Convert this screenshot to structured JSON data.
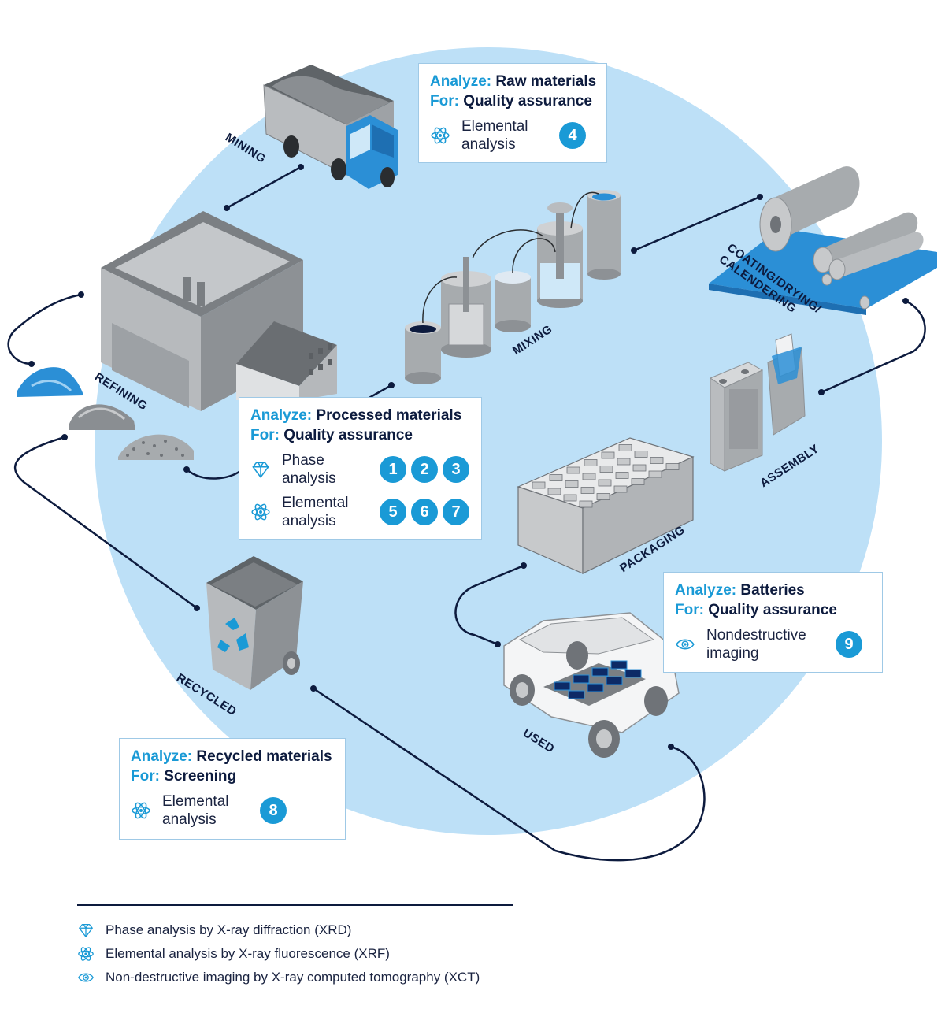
{
  "stages": {
    "mining": "MINING",
    "refining": "REFINING",
    "mixing": "MIXING",
    "coating_line1": "COATING/DRYING/",
    "coating_line2": "CALENDERING",
    "assembly": "ASSEMBLY",
    "packaging": "PACKAGING",
    "used": "USED",
    "recycled": "RECYCLED"
  },
  "cards": {
    "raw": {
      "analyze_kw": "Analyze:",
      "analyze_val": "Raw materials",
      "for_kw": "For:",
      "for_val": "Quality assurance",
      "items": [
        {
          "icon": "atom-icon",
          "line1": "Elemental",
          "line2": "analysis",
          "badges": [
            "4"
          ]
        }
      ]
    },
    "processed": {
      "analyze_kw": "Analyze:",
      "analyze_val": "Processed materials",
      "for_kw": "For:",
      "for_val": "Quality assurance",
      "items": [
        {
          "icon": "diamond-icon",
          "line1": "Phase",
          "line2": "analysis",
          "badges": [
            "1",
            "2",
            "3"
          ]
        },
        {
          "icon": "atom-icon",
          "line1": "Elemental",
          "line2": "analysis",
          "badges": [
            "5",
            "6",
            "7"
          ]
        }
      ]
    },
    "batteries": {
      "analyze_kw": "Analyze:",
      "analyze_val": "Batteries",
      "for_kw": "For:",
      "for_val": "Quality assurance",
      "items": [
        {
          "icon": "eye-icon",
          "line1": "Nondestructive",
          "line2": "imaging",
          "badges": [
            "9"
          ]
        }
      ]
    },
    "recycled": {
      "analyze_kw": "Analyze:",
      "analyze_val": "Recycled materials",
      "for_kw": "For:",
      "for_val": "Screening",
      "items": [
        {
          "icon": "atom-icon",
          "line1": "Elemental",
          "line2": "analysis",
          "badges": [
            "8"
          ]
        }
      ]
    }
  },
  "legend": [
    {
      "icon": "diamond-icon",
      "text": "Phase analysis by X-ray diffraction (XRD)"
    },
    {
      "icon": "atom-icon",
      "text": "Elemental analysis by X-ray fluorescence (XRF)"
    },
    {
      "icon": "eye-icon",
      "text": "Non-destructive imaging by X-ray computed tomography (XCT)"
    }
  ],
  "colors": {
    "accent": "#1a9ad6",
    "circle": "#bde0f7",
    "text": "#0d1b3e",
    "card_border": "#9fc9e6",
    "gray": "#a7abae",
    "dark_gray": "#6f7378"
  }
}
